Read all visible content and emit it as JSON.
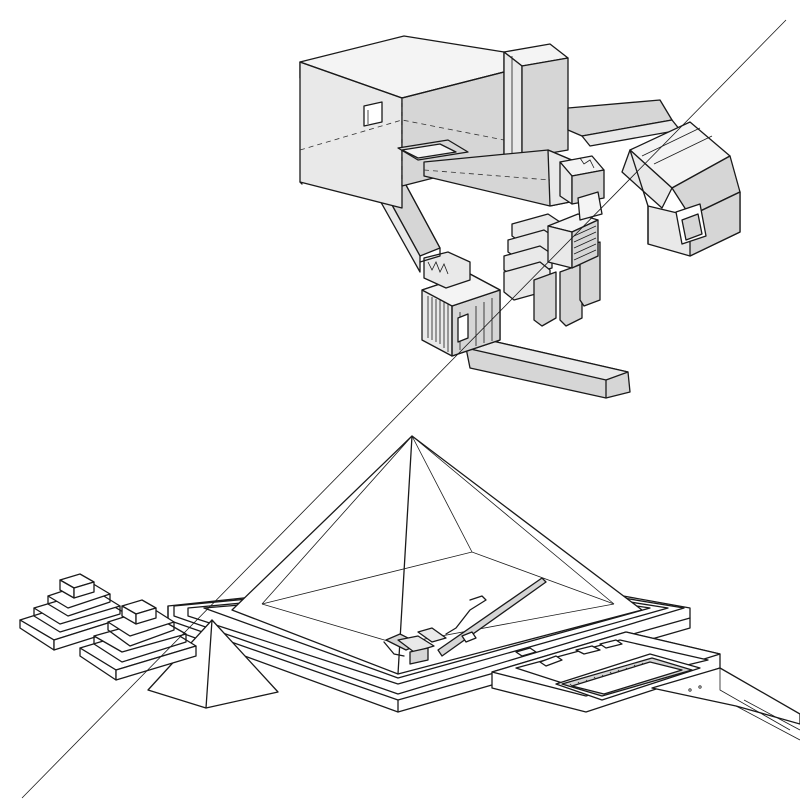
{
  "figure": {
    "type": "architectural cutaway illustration",
    "views": [
      "underground-chamber-system",
      "pyramid-complex"
    ],
    "palette": {
      "line": "#1a1a1a",
      "wall-light": "#e9e9e9",
      "wall-mid": "#d6d6d6",
      "background": "#ffffff"
    }
  }
}
